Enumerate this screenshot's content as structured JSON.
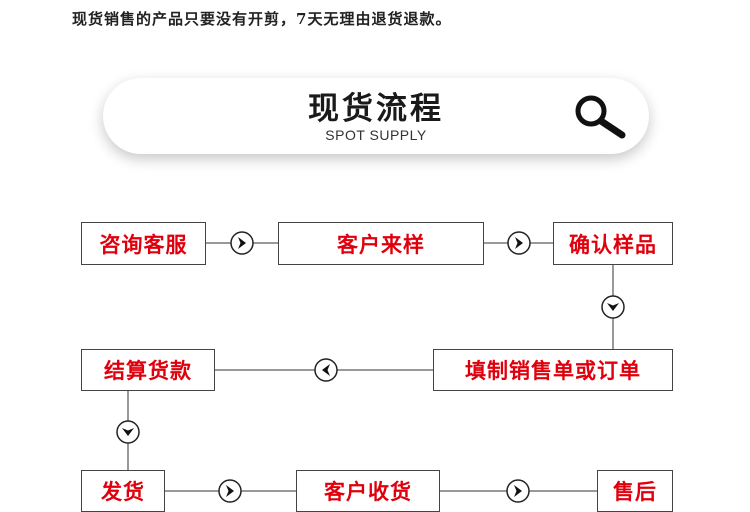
{
  "notice": "现货销售的产品只要没有开剪，7天无理由退货退款。",
  "banner": {
    "title": "现货流程",
    "subtitle": "SPOT SUPPLY",
    "icon": "magnifier-icon"
  },
  "steps": [
    {
      "id": "consult",
      "label": "咨询客服"
    },
    {
      "id": "sample",
      "label": "客户来样"
    },
    {
      "id": "confirm",
      "label": "确认样品"
    },
    {
      "id": "order",
      "label": "填制销售单或订单"
    },
    {
      "id": "settle",
      "label": "结算货款"
    },
    {
      "id": "ship",
      "label": "发货"
    },
    {
      "id": "receive",
      "label": "客户收货"
    },
    {
      "id": "aftersale",
      "label": "售后"
    }
  ],
  "colors": {
    "step_text": "#e0000d",
    "border": "#444444",
    "banner_text": "#1a1a1a"
  }
}
